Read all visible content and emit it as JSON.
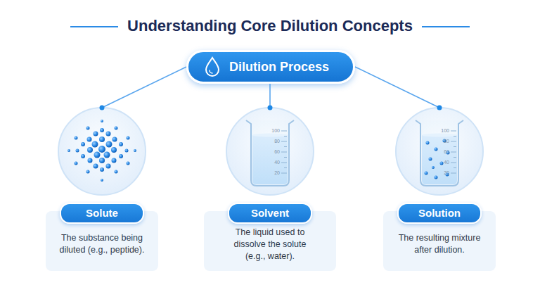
{
  "diagram": {
    "title": "Understanding Core Dilution Concepts",
    "nodes": [
      {
        "text": [
          "Dilution Process"
        ]
      },
      {
        "text": [
          "Solute",
          "The substance being diluted (e.g., peptide)."
        ]
      },
      {
        "text": [
          "Solvent",
          "The liquid used to dissolve the solute (e.g., water)."
        ]
      },
      {
        "text": [
          "Solution",
          "The resulting mixture after dilution."
        ]
      }
    ],
    "edges": [
      {
        "from": 0,
        "to": 1,
        "arrow": "none"
      },
      {
        "from": 0,
        "to": 2,
        "arrow": "none"
      },
      {
        "from": 0,
        "to": 3,
        "arrow": "none"
      }
    ],
    "labels": [
      "100",
      "80",
      "60",
      "40",
      "20",
      "100",
      "80",
      "60",
      "40",
      "20"
    ]
  }
}
